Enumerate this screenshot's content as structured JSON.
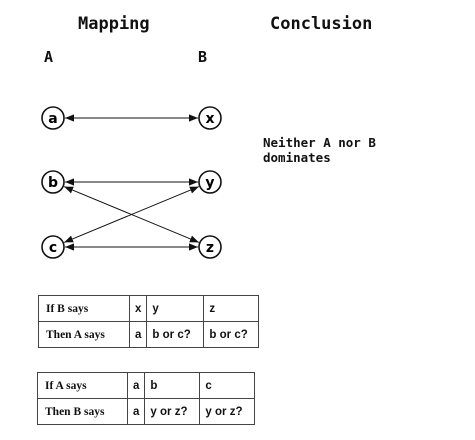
{
  "headings": {
    "mapping": "Mapping",
    "conclusion": "Conclusion"
  },
  "columns": {
    "a": "A",
    "b": "B"
  },
  "nodes": {
    "a": "a",
    "b": "b",
    "c": "c",
    "x": "x",
    "y": "y",
    "z": "z"
  },
  "edges": [
    [
      "a",
      "x"
    ],
    [
      "b",
      "y"
    ],
    [
      "b",
      "z"
    ],
    [
      "c",
      "y"
    ],
    [
      "c",
      "z"
    ]
  ],
  "conclusion_text": "Neither A nor B dominates",
  "table_b_says": {
    "row1": [
      "If B says",
      "x",
      "y",
      "z"
    ],
    "row2": [
      "Then A says",
      "a",
      "b or c?",
      "b or c?"
    ]
  },
  "table_a_says": {
    "row1": [
      "If A says",
      "a",
      "b",
      "c"
    ],
    "row2": [
      "Then B says",
      "a",
      "y or z?",
      "y or z?"
    ]
  }
}
